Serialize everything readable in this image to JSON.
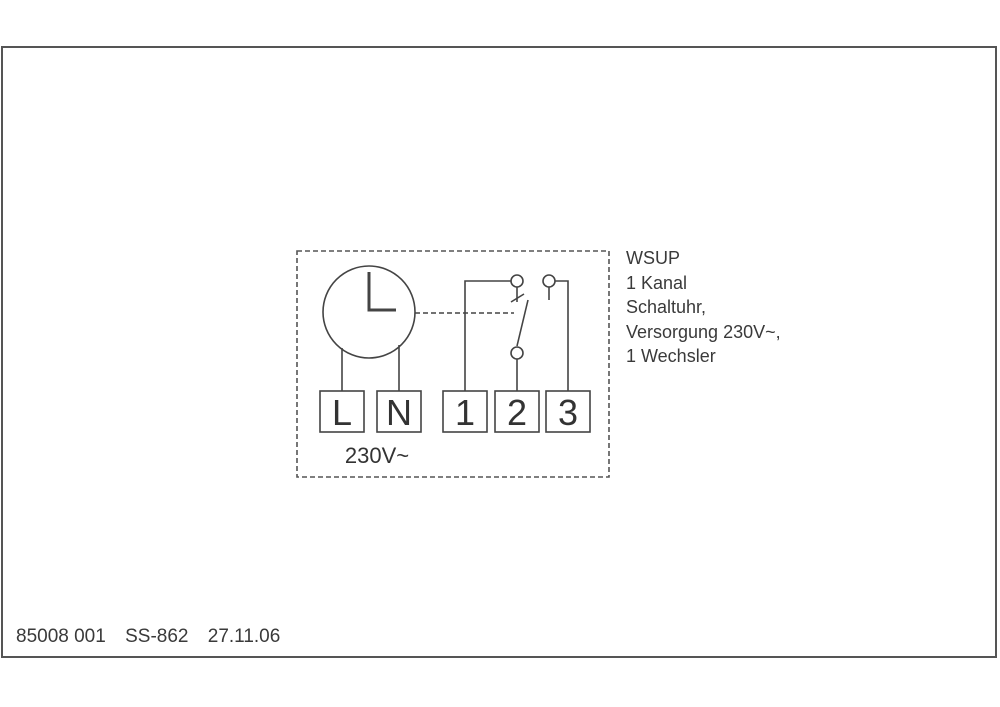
{
  "device": {
    "title": "WSUP",
    "description_lines": [
      "1 Kanal",
      "Schaltuhr,",
      "Versorgung 230V~,",
      "1 Wechsler"
    ]
  },
  "terminals": {
    "left_group": [
      "L",
      "N"
    ],
    "right_group": [
      "1",
      "2",
      "3"
    ],
    "supply_label": "230V~"
  },
  "footer": {
    "part_number": "85008 001",
    "drawing_code": "SS-862",
    "date": "27.11.06"
  }
}
